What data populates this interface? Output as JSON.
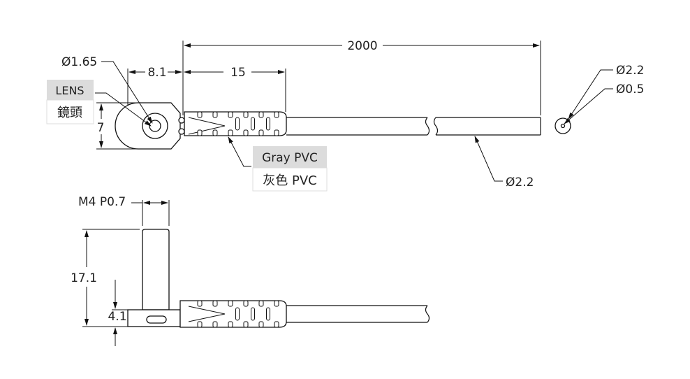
{
  "dimensions": {
    "cable_length": "2000",
    "lens_offset": "8.1",
    "boot_length": "15",
    "lens_diameter": "Ø1.65",
    "head_height": "7",
    "cable_outer_diameter": "Ø2.2",
    "cable_end_outer": "Ø2.2",
    "cable_end_core": "Ø0.5",
    "thread": "M4 P0.7",
    "total_height": "17.1",
    "base_height": "4.1"
  },
  "labels": {
    "lens_en": "LENS",
    "lens_zh": "鏡頭",
    "boot_en": "Gray PVC",
    "boot_zh": "灰色 PVC"
  },
  "colors": {
    "label_bg": "#dcdcdc",
    "line": "#111111"
  }
}
